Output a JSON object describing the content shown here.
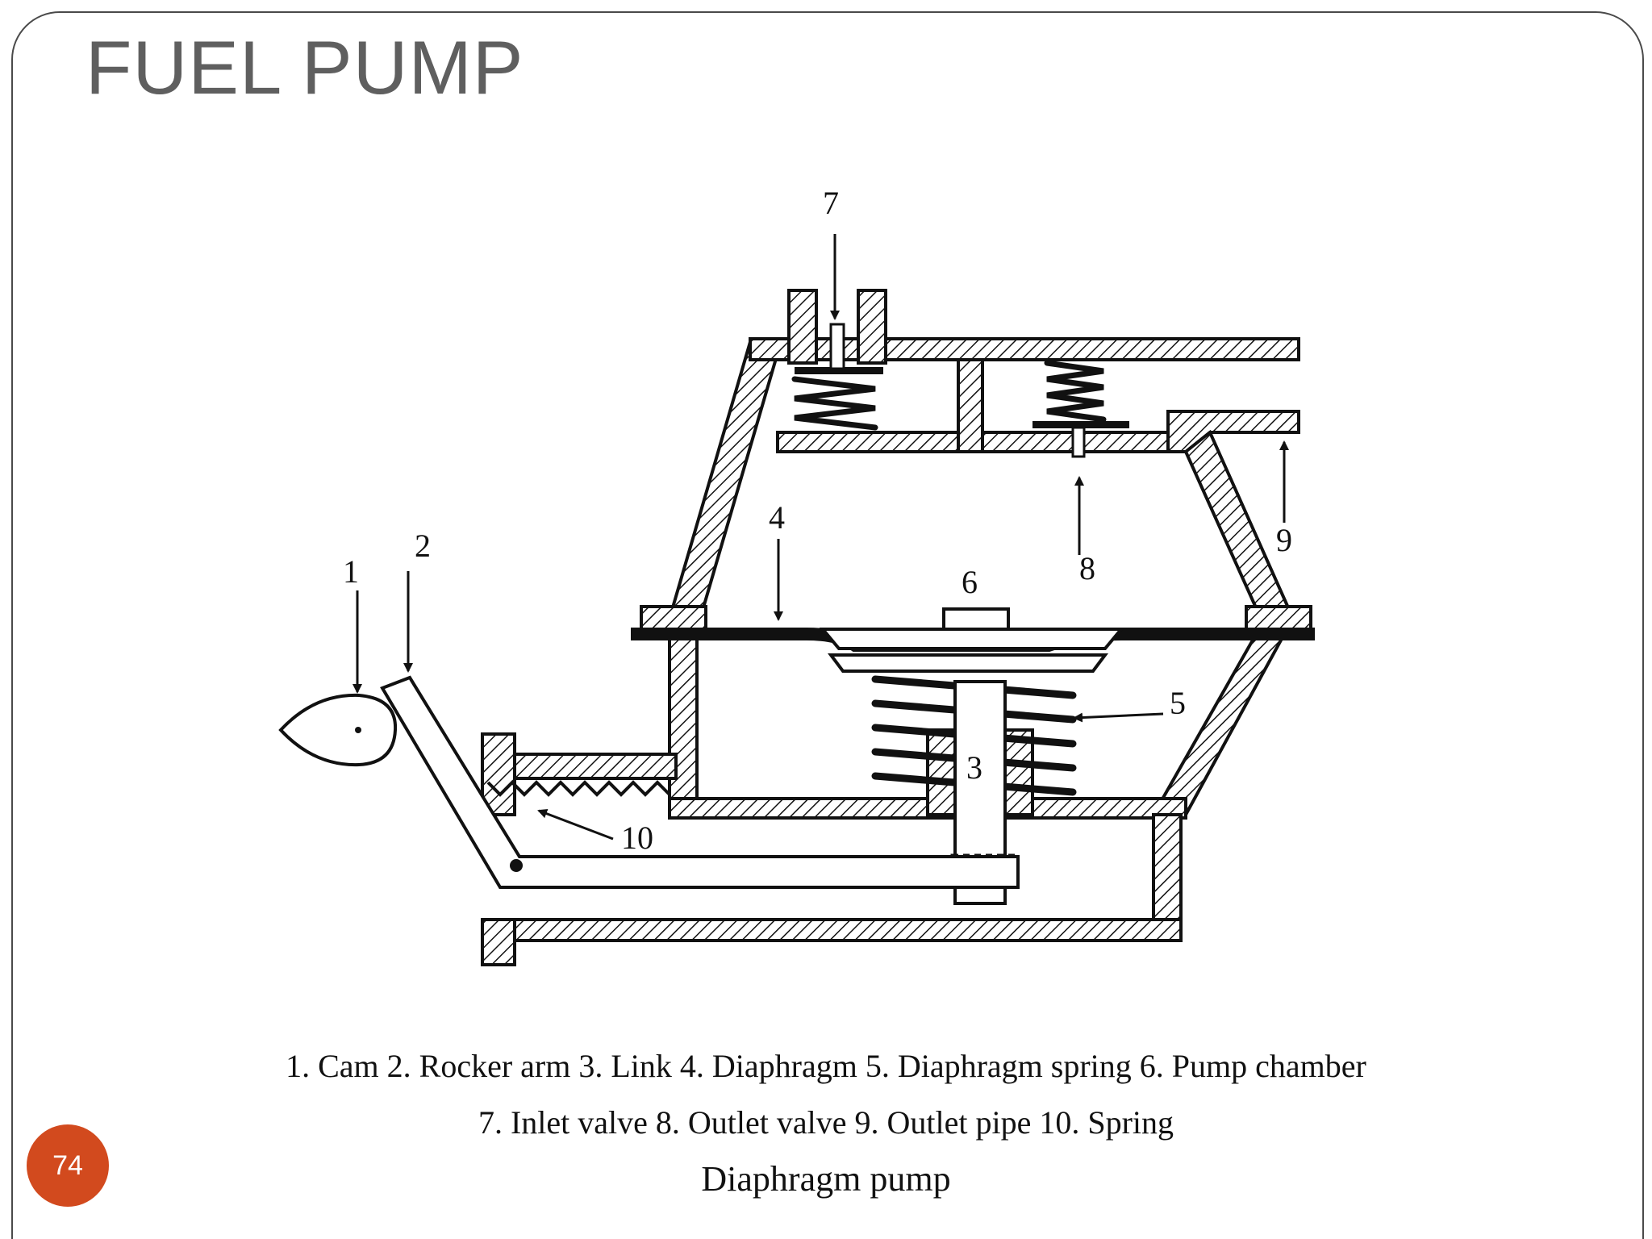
{
  "slide": {
    "title": "FUEL PUMP",
    "page_number": "74",
    "accent_color": "#d24a1e"
  },
  "diagram": {
    "labels": [
      "1",
      "2",
      "3",
      "4",
      "5",
      "6",
      "7",
      "8",
      "9",
      "10"
    ],
    "legend_line1": "1. Cam  2. Rocker arm  3. Link  4. Diaphragm  5. Diaphragm spring  6. Pump chamber",
    "legend_line2": "7. Inlet valve  8. Outlet valve  9. Outlet pipe  10. Spring",
    "caption": "Diaphragm pump"
  }
}
